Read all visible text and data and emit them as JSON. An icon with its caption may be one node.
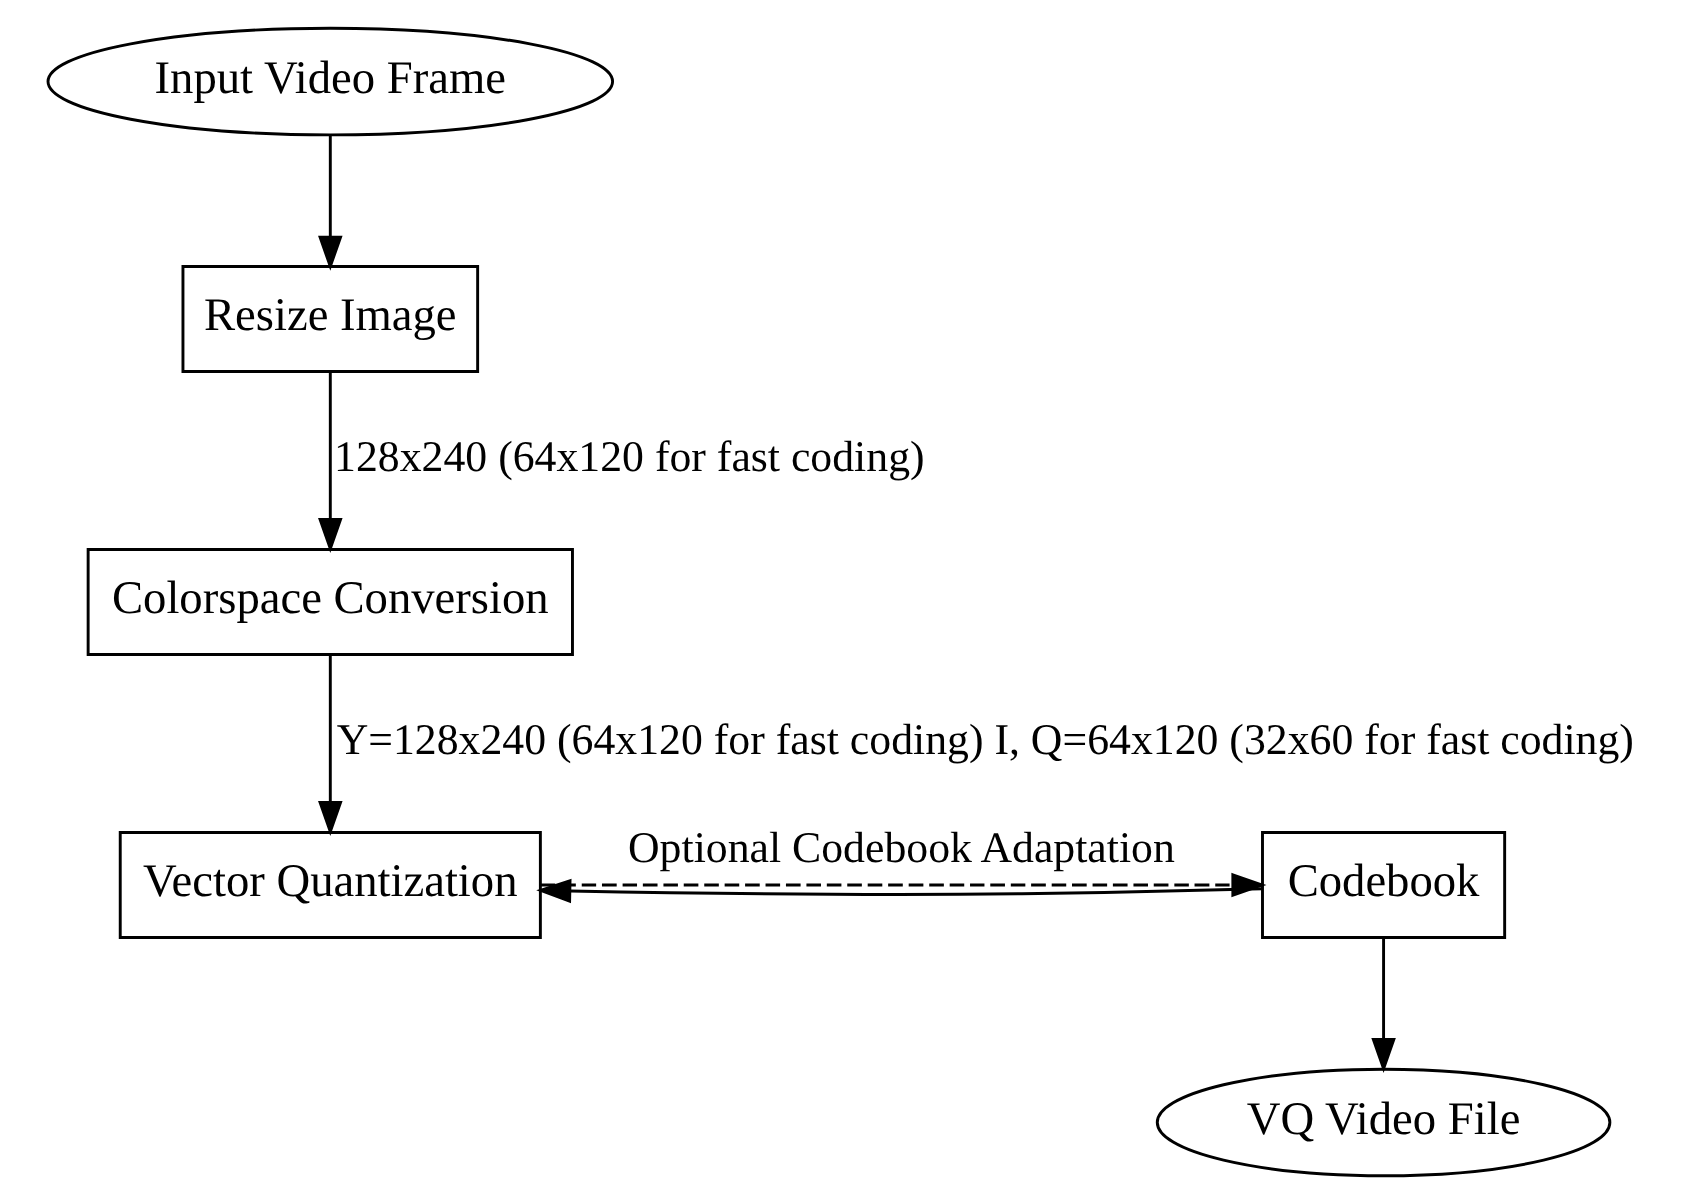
{
  "diagram": {
    "nodes": [
      {
        "text": [
          "Input Video Frame"
        ]
      },
      {
        "text": [
          "Resize Image"
        ]
      },
      {
        "text": [
          "Colorspace Conversion"
        ]
      },
      {
        "text": [
          "Vector Quantization"
        ]
      },
      {
        "text": [
          "Codebook"
        ]
      },
      {
        "text": [
          "VQ Video File"
        ]
      }
    ],
    "edges": [
      {
        "from": 0,
        "to": 1,
        "arrow": "to"
      },
      {
        "from": 1,
        "to": 2,
        "arrow": "to",
        "label": "128x240 (64x120 for fast coding)"
      },
      {
        "from": 2,
        "to": 3,
        "arrow": "to",
        "label": "Y=128x240 (64x120 for fast coding) I, Q=64x120 (32x60 for fast coding)"
      },
      {
        "from": 3,
        "to": 4,
        "arrow": "to",
        "style": "dashed",
        "label": "Optional Codebook Adaptation"
      },
      {
        "from": 4,
        "to": 3,
        "arrow": "to"
      },
      {
        "from": 4,
        "to": 5,
        "arrow": "to"
      }
    ]
  }
}
